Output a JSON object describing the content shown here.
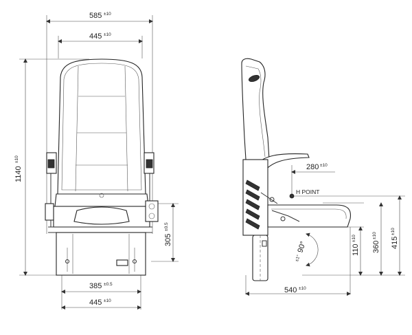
{
  "front_view": {
    "overall_width": {
      "value": "585",
      "tol": "±10"
    },
    "seat_width": {
      "value": "445",
      "tol": "±10"
    },
    "height": {
      "value": "1140",
      "tol": "±10"
    },
    "pedestal_height": {
      "value": "305",
      "tol": "±0.5"
    },
    "mount_spacing": {
      "value": "385",
      "tol": "±0.5"
    },
    "base_width": {
      "value": "445",
      "tol": "±10"
    }
  },
  "side_view": {
    "h_point_label": "H POINT",
    "h_point_offset": {
      "value": "280",
      "tol": "±10"
    },
    "h_110": {
      "value": "110",
      "tol": "±10"
    },
    "h_360": {
      "value": "360",
      "tol": "±10"
    },
    "h_415": {
      "value": "415",
      "tol": "±10"
    },
    "depth": {
      "value": "540",
      "tol": "±10"
    },
    "swivel_angle": {
      "value": "90°",
      "tol": "±1°"
    }
  }
}
